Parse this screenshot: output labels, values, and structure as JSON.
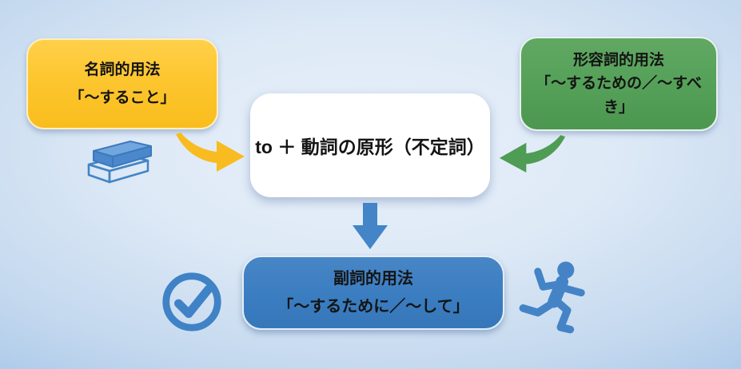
{
  "boxes": {
    "noun": {
      "title": "名詞的用法",
      "meaning": "「～すること」"
    },
    "adjective": {
      "title": "形容詞的用法",
      "meaning": "「～するための／～すべき」"
    },
    "adverb": {
      "title": "副詞的用法",
      "meaning": "「～するために／～して」"
    },
    "center": {
      "label": "to ＋ 動詞の原形（不定詞）"
    }
  },
  "icons": {
    "books": "books-icon",
    "check": "check-circle-icon",
    "runner": "running-person-icon"
  },
  "colors": {
    "noun_fill": "#FDC62F",
    "adjective_fill": "#55A159",
    "adverb_fill": "#3A7DC0",
    "yellow_arrow": "#F9BC20",
    "green_arrow": "#4F9C55",
    "blue_arrow": "#4385C7",
    "icon_blue": "#4484C6",
    "background_center": "#E9F1FA",
    "background_edge": "#7BADDE",
    "text": "#141414",
    "center_box_fill": "#FFFFFF"
  }
}
